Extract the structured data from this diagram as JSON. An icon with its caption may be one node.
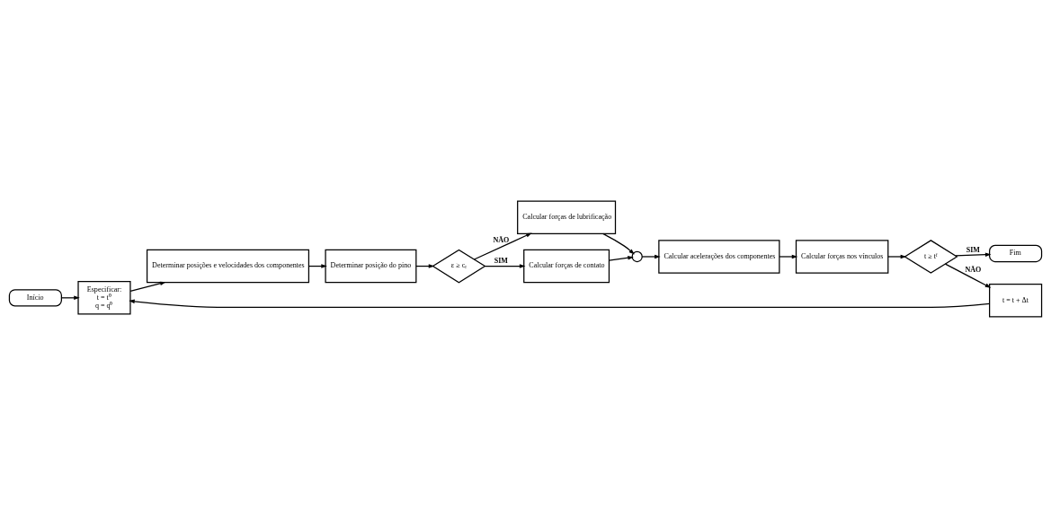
{
  "diagram": {
    "nodes": [
      {
        "text": [
          "Início"
        ]
      },
      {
        "text": [
          "Especificar:",
          "t = t⁰",
          "q = q⁰"
        ]
      },
      {
        "text": [
          "Determinar posições e velocidades dos componentes"
        ]
      },
      {
        "text": [
          "Determinar posição do pino"
        ]
      },
      {
        "text": [
          "ε ≥ cᵣ"
        ]
      },
      {
        "text": [
          "Calcular forças de lubrificação"
        ]
      },
      {
        "text": [
          "Calcular forças de contato"
        ]
      },
      {
        "text": [],
        "shape": "circle"
      },
      {
        "text": [
          "Calcular acelerações dos componentes"
        ]
      },
      {
        "text": [
          "Calcular forças nos vínculos"
        ]
      },
      {
        "text": [
          "t ≥ tᶠ"
        ]
      },
      {
        "text": [
          "Fim"
        ]
      },
      {
        "text": [
          "t = t + Δt"
        ]
      }
    ],
    "edges": [
      {
        "from": 0,
        "to": 1,
        "arrow": "to"
      },
      {
        "from": 1,
        "to": 2,
        "arrow": "to"
      },
      {
        "from": 2,
        "to": 3,
        "arrow": "to"
      },
      {
        "from": 3,
        "to": 4,
        "arrow": "to"
      },
      {
        "from": 4,
        "to": 5,
        "arrow": "to",
        "label": "NÃO"
      },
      {
        "from": 4,
        "to": 6,
        "arrow": "to",
        "label": "SIM"
      },
      {
        "from": 5,
        "to": 7,
        "arrow": "to"
      },
      {
        "from": 6,
        "to": 7,
        "arrow": "to"
      },
      {
        "from": 7,
        "to": 8,
        "arrow": "to"
      },
      {
        "from": 8,
        "to": 9,
        "arrow": "to"
      },
      {
        "from": 9,
        "to": 10,
        "arrow": "to"
      },
      {
        "from": 10,
        "to": 11,
        "arrow": "to",
        "label": "SIM"
      },
      {
        "from": 10,
        "to": 12,
        "arrow": "to",
        "label": "NÃO"
      },
      {
        "from": 12,
        "to": 1,
        "arrow": "to"
      }
    ]
  }
}
